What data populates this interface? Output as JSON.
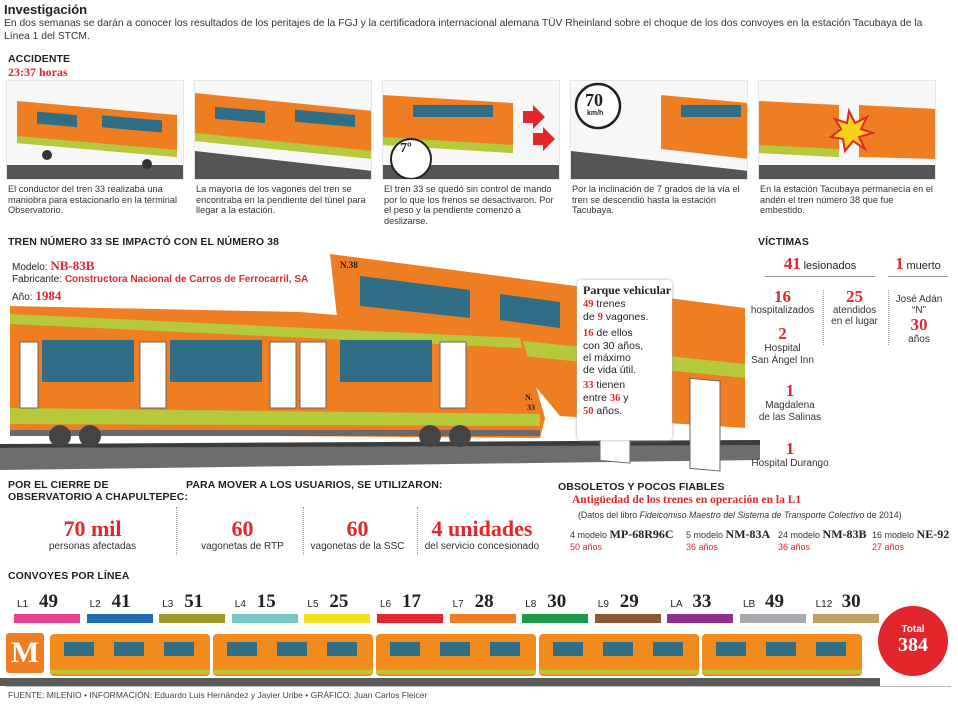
{
  "header": {
    "title": "Investigación",
    "intro": "En dos semanas se darán a conocer los resultados de los peritajes de la FGJ y la certificadora internacional alemana TÜV Rheinland sobre el choque de los dos convoyes en la estación Tacubaya de la Línea 1 del STCM."
  },
  "accidente": {
    "title": "ACCIDENTE",
    "time": "23:37 horas",
    "steps": [
      {
        "caption": "El conductor del tren 33 realizaba una maniobra para estacionarlo en la terminal Observatorio."
      },
      {
        "caption": "La mayoría de los vagones del tren se encontraba en la pendiente del túnel para llegar a la estación."
      },
      {
        "caption": "El tren 33 se quedó sin control de mando por lo que los frenos se desactivaron. Por el peso y la pendiente comenzó a deslizarse."
      },
      {
        "caption": "Por la inclinación de 7 grados de la vía el tren se descendió hasta la estación Tacubaya."
      },
      {
        "caption": "En la estación Tacubaya permanecía en el andén el tren número 38 que fue embestido."
      }
    ],
    "grade_badge": "7º",
    "speed_value": "70",
    "speed_unit": "km/h"
  },
  "train": {
    "title": "TREN NÚMERO 33 SE IMPACTÓ CON EL NÚMERO 38",
    "model_label": "Modelo:",
    "model_value": "NB-83B",
    "maker_label": "Fabricante:",
    "maker_value": "Constructora Nacional de Carros de Ferrocarril, SA",
    "year_label": "Año:",
    "year_value": "1984",
    "tag_38": "N.38",
    "tag_33_a": "N.",
    "tag_33_b": "33"
  },
  "parque": {
    "title": "Parque vehicular",
    "i1_num": "49",
    "i1_a": "trenes",
    "i1_b": "de",
    "i1_num2": "9",
    "i1_c": "vagones.",
    "i2_num": "16",
    "i2_a": "de ellos",
    "i2_b": "con 30 años,",
    "i2_c": "el máximo",
    "i2_d": "de vida útil.",
    "i3_num": "33",
    "i3_a": "tienen",
    "i3_b": "entre",
    "i3_num2": "36",
    "i3_c": "y",
    "i3_num3": "50",
    "i3_d": "años."
  },
  "victimas": {
    "title": "VÍCTIMAS",
    "injured_num": "41",
    "injured_label": "lesionados",
    "dead_num": "1",
    "dead_label": "muerto",
    "hosp_num": "16",
    "hosp_label": "hospitalizados",
    "aten_num": "25",
    "aten_label_1": "atendidos",
    "aten_label_2": "en el lugar",
    "victim_name_1": "José Adán",
    "victim_name_2": "“N”",
    "victim_age": "30",
    "victim_age_label": "años",
    "hospitals": [
      {
        "num": "2",
        "name_1": "Hospital",
        "name_2": "San Ángel Inn"
      },
      {
        "num": "1",
        "name_1": "Magdalena",
        "name_2": "de las Salinas"
      },
      {
        "num": "1",
        "name_1": "Hospital Durango",
        "name_2": ""
      }
    ]
  },
  "cierre": {
    "title_1": "POR EL CIERRE DE",
    "title_2": "OBSERVATORIO A CHAPULTEPEC:",
    "value": "70 mil",
    "label": "personas afectadas"
  },
  "usuarios": {
    "title": "PARA MOVER A LOS USUARIOS, SE UTILIZARON:",
    "items": [
      {
        "value": "60",
        "label": "vagonetas de RTP"
      },
      {
        "value": "60",
        "label": "vagonetas de la SSC"
      },
      {
        "value": "4 unidades",
        "label": "del servicio concesionado"
      }
    ]
  },
  "obsoletos": {
    "title": "OBSOLETOS Y POCOS FIABLES",
    "subtitle": "Antigüedad de los trenes en operación en la L1",
    "note_pre": "(Datos del libro ",
    "note_book": "Fideicomiso Maestro del Sistema de Transporte Colectivo",
    "note_post": " de 2014)",
    "models": [
      {
        "count": "4 modelo",
        "name": "MP-68R96C",
        "age": "50 años"
      },
      {
        "count": "5 modelo",
        "name": "NM-83A",
        "age": "36 años"
      },
      {
        "count": "24 modelo",
        "name": "NM-83B",
        "age": "36 años"
      },
      {
        "count": "16 modelo",
        "name": "NE-92",
        "age": "27 años"
      }
    ]
  },
  "convoyes": {
    "title": "CONVOYES POR LÍNEA",
    "total_label": "Total",
    "total_value": "384",
    "lines": [
      {
        "label": "L1",
        "value": "49",
        "color": "#e5418d"
      },
      {
        "label": "L2",
        "value": "41",
        "color": "#1f6cb3"
      },
      {
        "label": "L3",
        "value": "51",
        "color": "#9c9a2a"
      },
      {
        "label": "L4",
        "value": "15",
        "color": "#75c8c3"
      },
      {
        "label": "L5",
        "value": "25",
        "color": "#f2e21d"
      },
      {
        "label": "L6",
        "value": "17",
        "color": "#e2262b"
      },
      {
        "label": "L7",
        "value": "28",
        "color": "#ef7e22"
      },
      {
        "label": "L8",
        "value": "30",
        "color": "#1a9a4a"
      },
      {
        "label": "L9",
        "value": "29",
        "color": "#8a5a32"
      },
      {
        "label": "LA",
        "value": "33",
        "color": "#8e2f8e"
      },
      {
        "label": "LB",
        "value": "49",
        "color": "#a7a9ac"
      },
      {
        "label": "L12",
        "value": "30",
        "color": "#c0a062"
      }
    ]
  },
  "footer": {
    "source": "FUENTE: MILENIO • INFORMACIÓN: Eduardo Luis Hernández y Javier Uribe • GRÁFICO: Juan Carlos Fleicer"
  },
  "colors": {
    "accent": "#e2262b",
    "train_orange": "#ef7e22",
    "train_green": "#b5c93a",
    "metro_orange": "#f28a1c"
  }
}
